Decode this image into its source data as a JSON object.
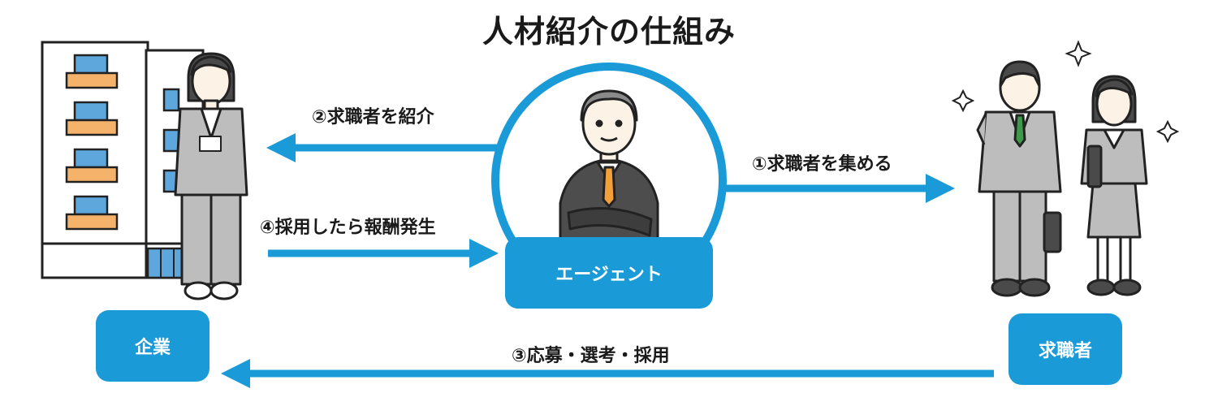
{
  "title": "人材紹介の仕組み",
  "nodes": {
    "company": "企業",
    "agent": "エージェント",
    "job_seeker": "求職者"
  },
  "flows": {
    "step1": "①求職者を集める",
    "step2": "②求職者を紹介",
    "step3": "③応募・選考・採用",
    "step4": "④採用したら報酬発生"
  },
  "colors": {
    "accent": "#1a9bd8",
    "suit": "#bdbdbd",
    "skin": "#fdf2e6",
    "window": "#5ea7dd",
    "balcony": "#f5b26b",
    "tie_agent": "#f2a13a",
    "tie_seeker": "#3c9a4a"
  }
}
